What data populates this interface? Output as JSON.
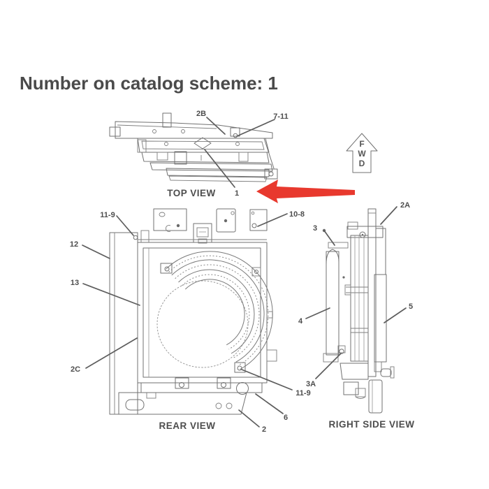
{
  "title": "Number on catalog scheme: 1",
  "colors": {
    "line": "#717171",
    "label": "#4d4d4d",
    "pointer_red": "#e8392e"
  },
  "fwd_marker": {
    "f": "F",
    "w": "W",
    "d": "D"
  },
  "top_view": {
    "caption": "TOP VIEW",
    "labels": {
      "l2b": "2B",
      "l7_11": "7-11",
      "l1": "1"
    }
  },
  "rear_view": {
    "caption": "REAR VIEW",
    "labels": {
      "l11_9_top": "11-9",
      "l10_8": "10-8",
      "l12": "12",
      "l13": "13",
      "l2c": "2C",
      "l11_9_bottom": "11-9",
      "l6": "6",
      "l2": "2"
    }
  },
  "right_view": {
    "caption": "RIGHT SIDE VIEW",
    "labels": {
      "l2a": "2A",
      "l3": "3",
      "l4": "4",
      "l5": "5",
      "l3a": "3A"
    }
  }
}
